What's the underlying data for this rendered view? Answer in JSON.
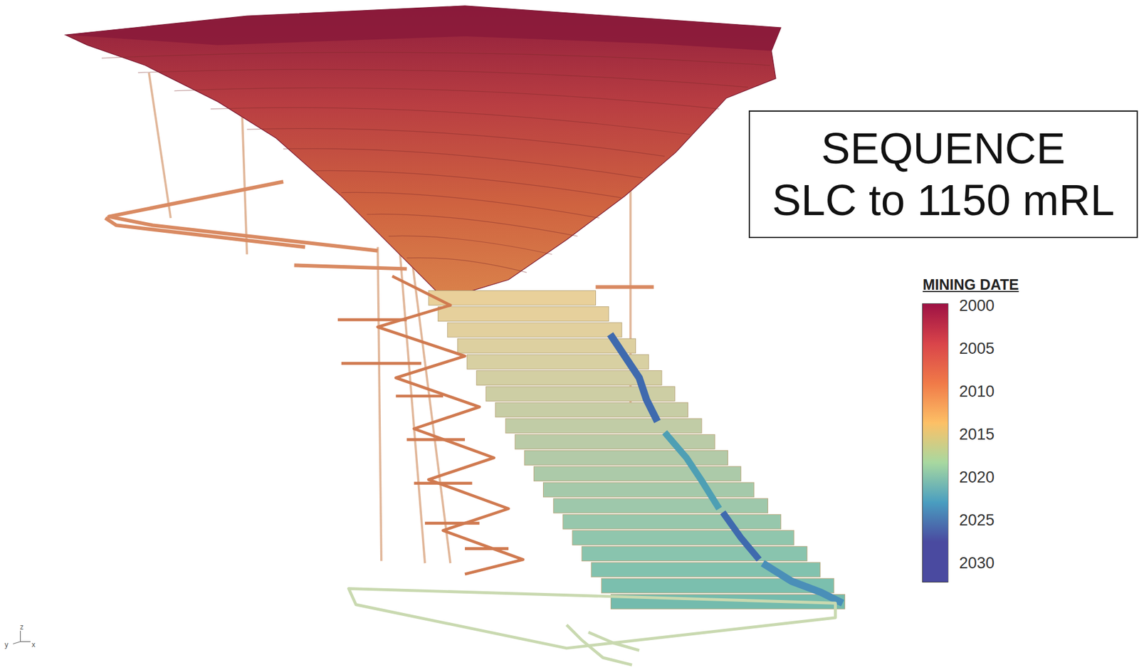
{
  "diagram": {
    "nodes": [
      {
        "text": [
          "SEQUENCE",
          "SLC to 1150 mRL"
        ]
      }
    ],
    "labels": [
      "MINING DATE",
      "z",
      "y",
      "x"
    ],
    "legend": [
      {
        "text": "2000",
        "color": "#9e1244"
      },
      {
        "text": "2005",
        "color": "#d9444a"
      },
      {
        "text": "2010",
        "color": "#f07a48"
      },
      {
        "text": "2015",
        "color": "#fdc066"
      },
      {
        "text": "2020",
        "color": "#a8d8a0"
      },
      {
        "text": "2025",
        "color": "#4a9ec0"
      },
      {
        "text": "2030",
        "color": "#4a4aa0"
      }
    ]
  }
}
